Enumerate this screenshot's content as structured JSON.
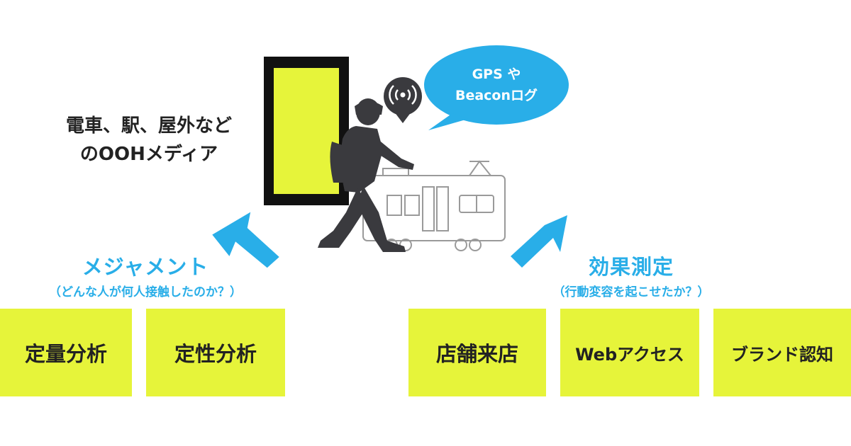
{
  "media_label_line1": "電車、駅、屋外など",
  "media_label_line2": "のOOHメディア",
  "bubble_line1": "GPS や",
  "bubble_line2": "Beaconログ",
  "left_section": {
    "title": "メジャメント",
    "subtitle": "（どんな人が何人接触したのか？）",
    "boxes": [
      "定量分析",
      "定性分析"
    ]
  },
  "right_section": {
    "title": "効果測定",
    "subtitle": "（行動変容を起こせたか？）",
    "boxes": [
      "店舗来店",
      "Webアクセス",
      "ブランド認知"
    ]
  },
  "colors": {
    "accent": "#29aee8",
    "highlight": "#e6f43a",
    "silhouette": "#3a3a3e"
  },
  "icons": [
    "beacon-signal-icon",
    "walking-person-icon",
    "train-icon",
    "billboard-icon"
  ]
}
